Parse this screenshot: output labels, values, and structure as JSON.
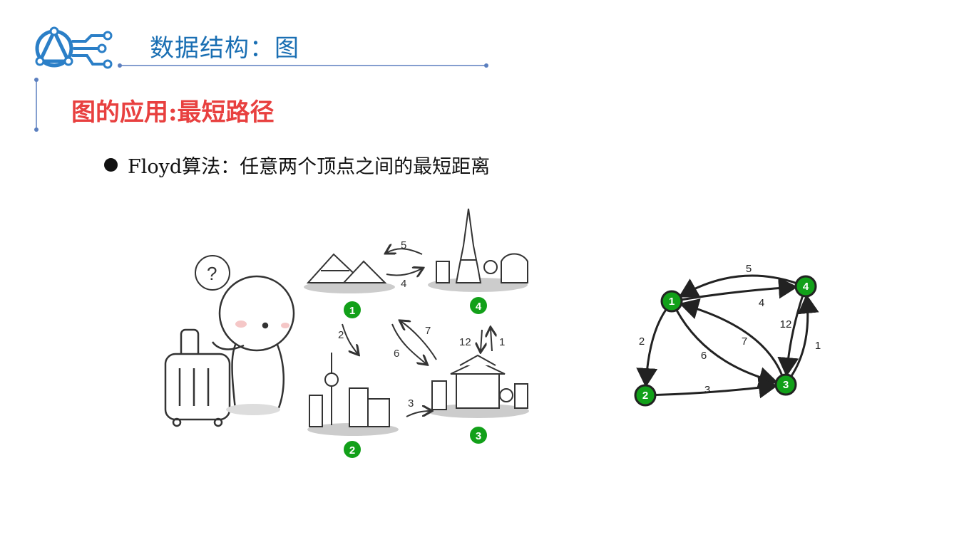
{
  "header": {
    "title": "数据结构：图",
    "subtitle": "图的应用:最短路径"
  },
  "content": {
    "bullet": "Floyd算法：任意两个顶点之间的最短距离"
  },
  "illustration": {
    "question_mark": "?",
    "city_numbers": [
      "1",
      "2",
      "3",
      "4"
    ],
    "arrow_labels": [
      "5",
      "4",
      "2",
      "7",
      "6",
      "12",
      "1",
      "3"
    ]
  },
  "graph": {
    "nodes": [
      {
        "id": "1",
        "label": "1"
      },
      {
        "id": "2",
        "label": "2"
      },
      {
        "id": "3",
        "label": "3"
      },
      {
        "id": "4",
        "label": "4"
      }
    ],
    "edges": [
      {
        "from": "4",
        "to": "1",
        "weight": "5"
      },
      {
        "from": "1",
        "to": "4",
        "weight": "4"
      },
      {
        "from": "1",
        "to": "2",
        "weight": "2"
      },
      {
        "from": "3",
        "to": "1",
        "weight": "7"
      },
      {
        "from": "1",
        "to": "3",
        "weight": "6"
      },
      {
        "from": "4",
        "to": "3",
        "weight": "12"
      },
      {
        "from": "3",
        "to": "4",
        "weight": "1"
      },
      {
        "from": "2",
        "to": "3",
        "weight": "3"
      }
    ],
    "node_color": "#12a019"
  },
  "colors": {
    "title": "#1a6fb3",
    "subtitle": "#e8403f",
    "accent_line": "#5b7fbf"
  }
}
